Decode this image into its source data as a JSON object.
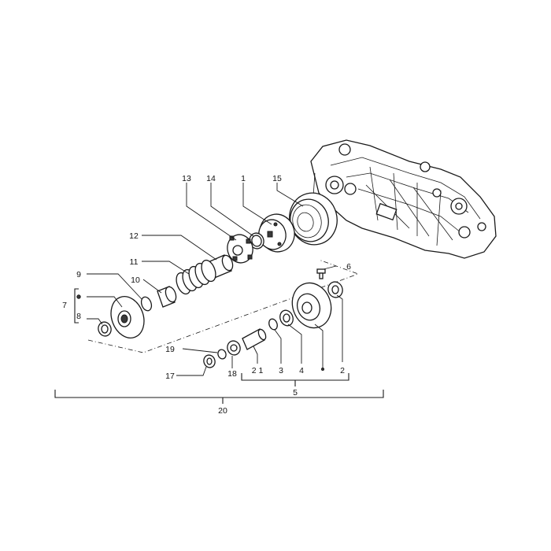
{
  "callouts": {
    "c1": "1",
    "c2": "2",
    "c2b": "2",
    "c3": "3",
    "c4": "4",
    "c5": "5",
    "c6": "6",
    "c7": "7",
    "c8": "8",
    "c9": "9",
    "c10": "10",
    "c11": "11",
    "c12": "12",
    "c13": "13",
    "c14": "14",
    "c15": "15",
    "c17": "17",
    "c18": "18",
    "c19": "19",
    "c20": "20",
    "c21": "2 1"
  }
}
